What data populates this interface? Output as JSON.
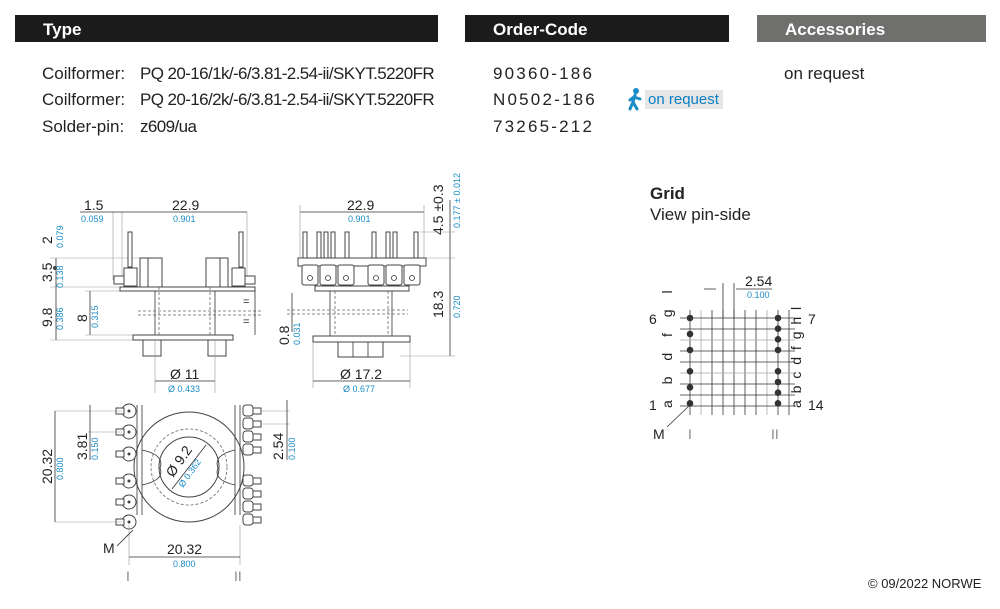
{
  "headers": {
    "type": "Type",
    "order_code": "Order-Code",
    "accessories": "Accessories"
  },
  "items": [
    {
      "label": "Coilformer:",
      "value": "PQ 20-16/1k/-6/3.81-2.54-ii/SKYT.5220FR",
      "order_code": "90360-186"
    },
    {
      "label": "Coilformer:",
      "value": "PQ 20-16/2k/-6/3.81-2.54-ii/SKYT.5220FR",
      "order_code": "N0502-186",
      "badge": "on request",
      "badge_icon": "walking-person-icon"
    },
    {
      "label": "Solder-pin:",
      "value": "z609/ua",
      "order_code": "73265-212"
    }
  ],
  "accessories": "on request",
  "colors": {
    "header_dark": "#1b1b1b",
    "header_gray": "#6f6f6e",
    "dimension_blue": "#1a8cc8",
    "badge_bg": "#e6e6e6"
  },
  "side_view": {
    "dims": {
      "d1_5": "1.5",
      "d1_5_in": "0.059",
      "w22_9": "22.9",
      "w22_9_in": "0.901",
      "h2": "2",
      "h2_in": "0.079",
      "h3_5": "3.5",
      "h3_5_in": "0.138",
      "h9_8": "9.8",
      "h9_8_in": "0.386",
      "h8": "8",
      "h8_in": "0.315",
      "dia11": "Ø 11",
      "dia11_in": "Ø 0.433"
    }
  },
  "front_view": {
    "dims": {
      "w22_9": "22.9",
      "w22_9_in": "0.901",
      "h4_5": "4.5 ±0.3",
      "h4_5_in": "0.177 ± 0.012",
      "h18_3": "18.3",
      "h18_3_in": "0.720",
      "h0_8": "0.8",
      "h0_8_in": "0.031",
      "dia17_2": "Ø 17.2",
      "dia17_2_in": "Ø 0.677"
    }
  },
  "bottom_view": {
    "dims": {
      "h20_32": "20.32",
      "h20_32_in": "0.800",
      "h3_81": "3.81",
      "h3_81_in": "0.150",
      "h2_54": "2.54",
      "h2_54_in": "0.100",
      "dia9_2": "Ø 9.2",
      "dia9_2_in": "Ø 0.362",
      "w20_32": "20.32",
      "w20_32_in": "0.800"
    },
    "marker": "M",
    "roman": [
      "I",
      "II"
    ]
  },
  "grid": {
    "title": "Grid",
    "subtitle": "View pin-side",
    "pitch": "2.54",
    "pitch_in": "0.100",
    "left_numbers": [
      "6",
      "1"
    ],
    "right_numbers": [
      "7",
      "14"
    ],
    "left_letters": "a b d f g l",
    "right_letters": "a b c d f g h l",
    "marker": "M",
    "roman": [
      "I",
      "II"
    ]
  },
  "footer": {
    "copyright": "© 09/2022 NORWE"
  }
}
